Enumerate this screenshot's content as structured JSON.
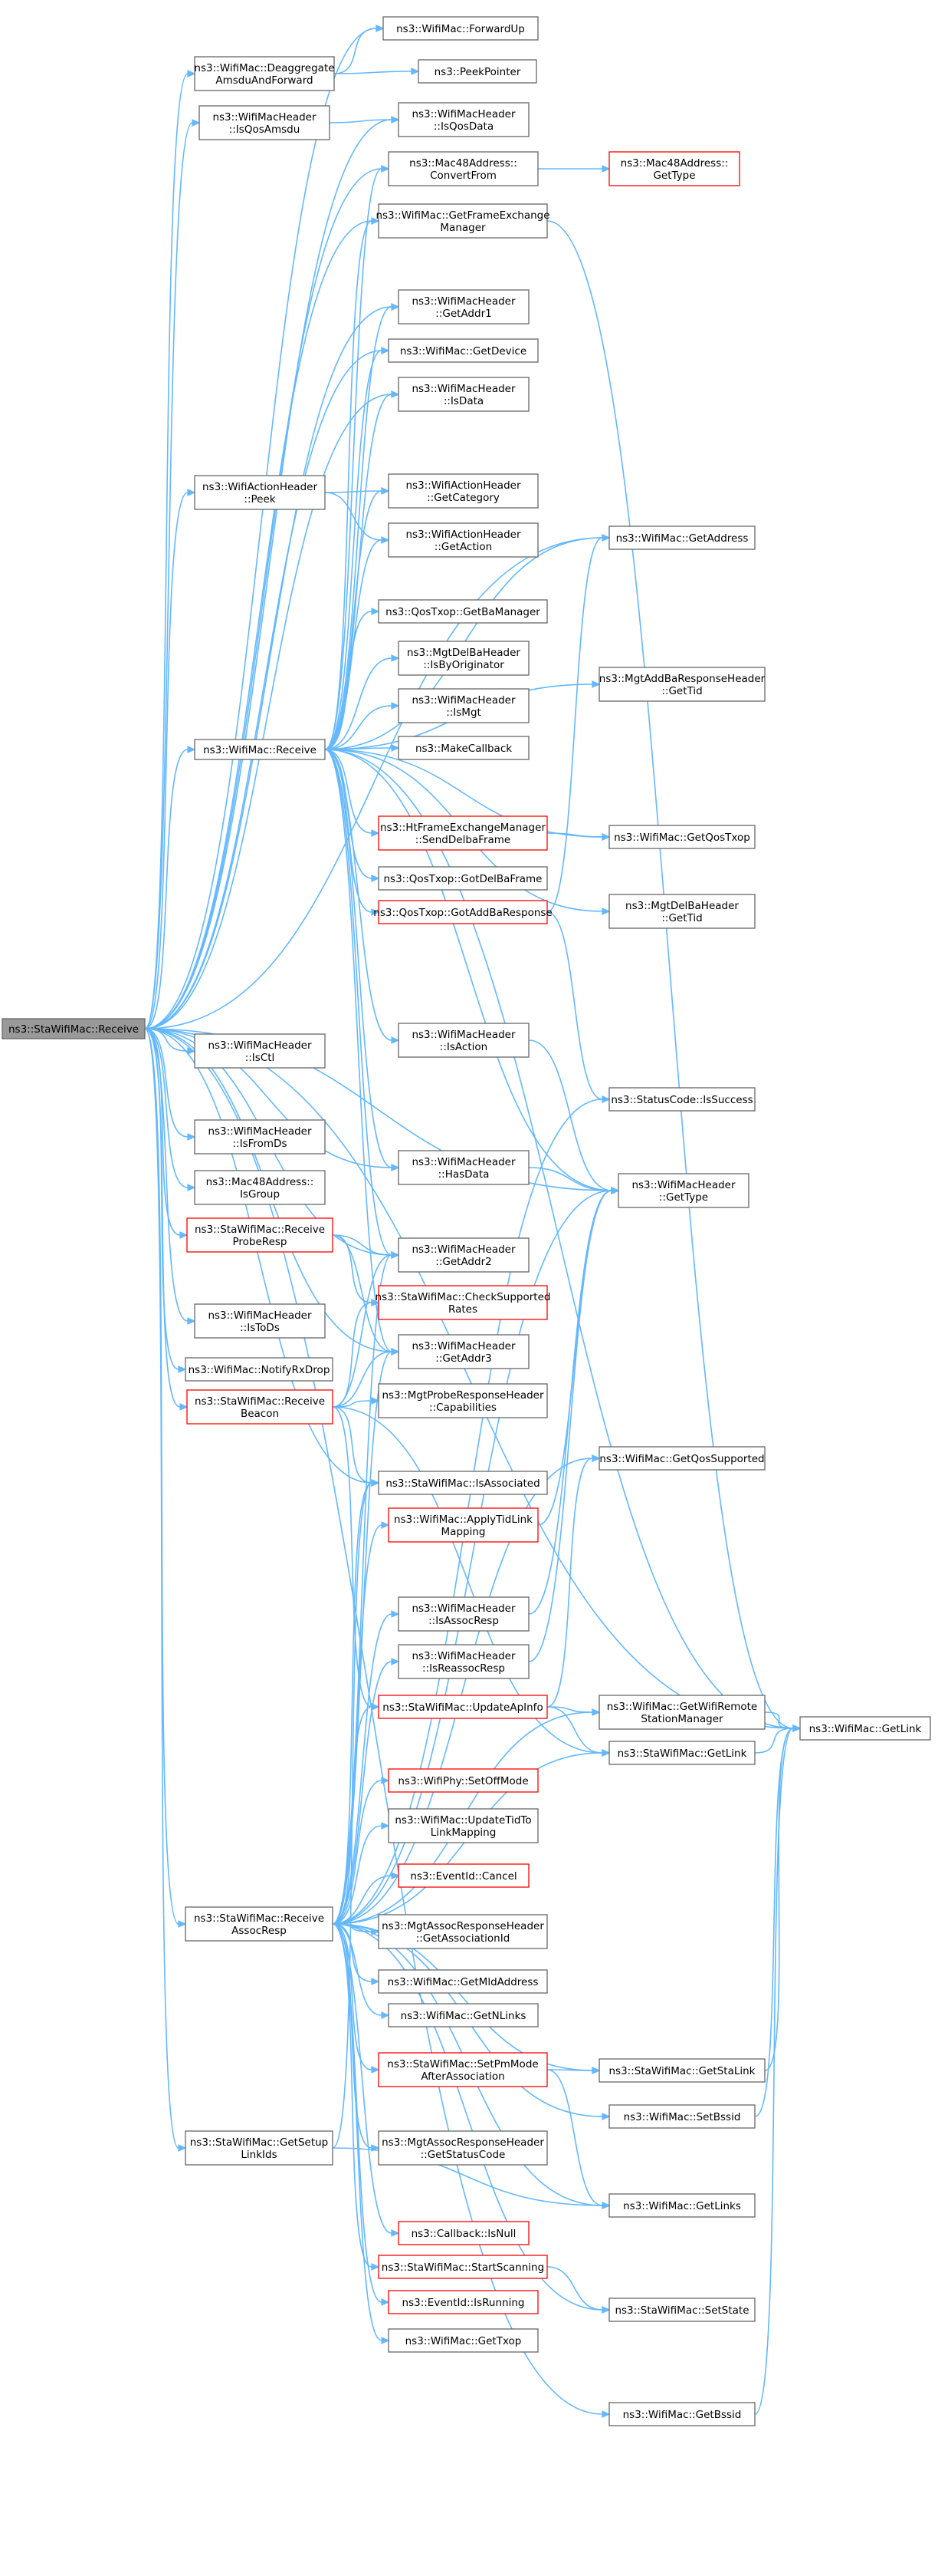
{
  "colors": {
    "edge": "#63b8ff",
    "box_border": "#666666",
    "box_fill": "#ffffff",
    "root_fill": "#999999",
    "root_border": "#666666",
    "truncated_border": "#ff0000"
  },
  "nodes": [
    {
      "id": "root",
      "lines": [
        "ns3::StaWifiMac::Receive"
      ],
      "root": true
    },
    {
      "id": "forwardup",
      "lines": [
        "ns3::WifiMac::ForwardUp"
      ]
    },
    {
      "id": "deaggregate",
      "lines": [
        "ns3::WifiMac::Deaggregate",
        "AmsduAndForward"
      ]
    },
    {
      "id": "peekpointer",
      "lines": [
        "ns3::PeekPointer"
      ]
    },
    {
      "id": "isqosamsdu",
      "lines": [
        "ns3::WifiMacHeader",
        "::IsQosAmsdu"
      ]
    },
    {
      "id": "isqosdata",
      "lines": [
        "ns3::WifiMacHeader",
        "::IsQosData"
      ]
    },
    {
      "id": "convertfrom",
      "lines": [
        "ns3::Mac48Address::",
        "ConvertFrom"
      ]
    },
    {
      "id": "mac48gettype",
      "lines": [
        "ns3::Mac48Address::",
        "GetType"
      ],
      "truncated": true
    },
    {
      "id": "getfem",
      "lines": [
        "ns3::WifiMac::GetFrameExchange",
        "Manager"
      ]
    },
    {
      "id": "getaddr1",
      "lines": [
        "ns3::WifiMacHeader",
        "::GetAddr1"
      ]
    },
    {
      "id": "getdevice",
      "lines": [
        "ns3::WifiMac::GetDevice"
      ]
    },
    {
      "id": "isdata",
      "lines": [
        "ns3::WifiMacHeader",
        "::IsData"
      ]
    },
    {
      "id": "actionpeek",
      "lines": [
        "ns3::WifiActionHeader",
        "::Peek"
      ]
    },
    {
      "id": "getcategory",
      "lines": [
        "ns3::WifiActionHeader",
        "::GetCategory"
      ]
    },
    {
      "id": "getaction",
      "lines": [
        "ns3::WifiActionHeader",
        "::GetAction"
      ]
    },
    {
      "id": "getaddress",
      "lines": [
        "ns3::WifiMac::GetAddress"
      ]
    },
    {
      "id": "getbamanager",
      "lines": [
        "ns3::QosTxop::GetBaManager"
      ]
    },
    {
      "id": "isbyoriginator",
      "lines": [
        "ns3::MgtDelBaHeader",
        "::IsByOriginator"
      ]
    },
    {
      "id": "addbagettid",
      "lines": [
        "ns3::MgtAddBaResponseHeader",
        "::GetTid"
      ]
    },
    {
      "id": "ismgt",
      "lines": [
        "ns3::WifiMacHeader",
        "::IsMgt"
      ]
    },
    {
      "id": "macreceive",
      "lines": [
        "ns3::WifiMac::Receive"
      ]
    },
    {
      "id": "makecallback",
      "lines": [
        "ns3::MakeCallback"
      ]
    },
    {
      "id": "senddelba",
      "lines": [
        "ns3::HtFrameExchangeManager",
        "::SendDelbaFrame"
      ],
      "truncated": true
    },
    {
      "id": "getqostxop",
      "lines": [
        "ns3::WifiMac::GetQosTxop"
      ]
    },
    {
      "id": "gotdelba",
      "lines": [
        "ns3::QosTxop::GotDelBaFrame"
      ]
    },
    {
      "id": "gotaddba",
      "lines": [
        "ns3::QosTxop::GotAddBaResponse"
      ],
      "truncated": true
    },
    {
      "id": "delbagettid",
      "lines": [
        "ns3::MgtDelBaHeader",
        "::GetTid"
      ]
    },
    {
      "id": "isctl",
      "lines": [
        "ns3::WifiMacHeader",
        "::IsCtl"
      ]
    },
    {
      "id": "isaction",
      "lines": [
        "ns3::WifiMacHeader",
        "::IsAction"
      ]
    },
    {
      "id": "issuccess",
      "lines": [
        "ns3::StatusCode::IsSuccess"
      ]
    },
    {
      "id": "isfromds",
      "lines": [
        "ns3::WifiMacHeader",
        "::IsFromDs"
      ]
    },
    {
      "id": "isgroup",
      "lines": [
        "ns3::Mac48Address::",
        "IsGroup"
      ]
    },
    {
      "id": "hasdata",
      "lines": [
        "ns3::WifiMacHeader",
        "::HasData"
      ]
    },
    {
      "id": "hdrgettype",
      "lines": [
        "ns3::WifiMacHeader",
        "::GetType"
      ]
    },
    {
      "id": "probresp",
      "lines": [
        "ns3::StaWifiMac::Receive",
        "ProbeResp"
      ],
      "truncated": true
    },
    {
      "id": "getaddr2",
      "lines": [
        "ns3::WifiMacHeader",
        "::GetAddr2"
      ]
    },
    {
      "id": "checkrates",
      "lines": [
        "ns3::StaWifiMac::CheckSupported",
        "Rates"
      ],
      "truncated": true
    },
    {
      "id": "istods",
      "lines": [
        "ns3::WifiMacHeader",
        "::IsToDs"
      ]
    },
    {
      "id": "getaddr3",
      "lines": [
        "ns3::WifiMacHeader",
        "::GetAddr3"
      ]
    },
    {
      "id": "notifyrxdrop",
      "lines": [
        "ns3::WifiMac::NotifyRxDrop"
      ]
    },
    {
      "id": "beacon",
      "lines": [
        "ns3::StaWifiMac::Receive",
        "Beacon"
      ],
      "truncated": true
    },
    {
      "id": "capabilities",
      "lines": [
        "ns3::MgtProbeResponseHeader",
        "::Capabilities"
      ]
    },
    {
      "id": "getqossupported",
      "lines": [
        "ns3::WifiMac::GetQosSupported"
      ]
    },
    {
      "id": "isassociated",
      "lines": [
        "ns3::StaWifiMac::IsAssociated"
      ]
    },
    {
      "id": "applytid",
      "lines": [
        "ns3::WifiMac::ApplyTidLink",
        "Mapping"
      ],
      "truncated": true
    },
    {
      "id": "isassocresp",
      "lines": [
        "ns3::WifiMacHeader",
        "::IsAssocResp"
      ]
    },
    {
      "id": "isreassocresp",
      "lines": [
        "ns3::WifiMacHeader",
        "::IsReassocResp"
      ]
    },
    {
      "id": "updateapinfo",
      "lines": [
        "ns3::StaWifiMac::UpdateApInfo"
      ],
      "truncated": true
    },
    {
      "id": "getwrsm",
      "lines": [
        "ns3::WifiMac::GetWifiRemote",
        "StationManager"
      ]
    },
    {
      "id": "wifigetlink",
      "lines": [
        "ns3::WifiMac::GetLink"
      ]
    },
    {
      "id": "stagetlink",
      "lines": [
        "ns3::StaWifiMac::GetLink"
      ]
    },
    {
      "id": "setoffmode",
      "lines": [
        "ns3::WifiPhy::SetOffMode"
      ],
      "truncated": true
    },
    {
      "id": "updatetid",
      "lines": [
        "ns3::WifiMac::UpdateTidTo",
        "LinkMapping"
      ]
    },
    {
      "id": "eventcancel",
      "lines": [
        "ns3::EventId::Cancel"
      ],
      "truncated": true
    },
    {
      "id": "assocresp",
      "lines": [
        "ns3::StaWifiMac::Receive",
        "AssocResp"
      ]
    },
    {
      "id": "getassocid",
      "lines": [
        "ns3::MgtAssocResponseHeader",
        "::GetAssociationId"
      ]
    },
    {
      "id": "getmld",
      "lines": [
        "ns3::WifiMac::GetMldAddress"
      ]
    },
    {
      "id": "getnlinks",
      "lines": [
        "ns3::WifiMac::GetNLinks"
      ]
    },
    {
      "id": "setpm",
      "lines": [
        "ns3::StaWifiMac::SetPmMode",
        "AfterAssociation"
      ],
      "truncated": true
    },
    {
      "id": "getstalink",
      "lines": [
        "ns3::StaWifiMac::GetStaLink"
      ]
    },
    {
      "id": "setbssid",
      "lines": [
        "ns3::WifiMac::SetBssid"
      ]
    },
    {
      "id": "getsetup",
      "lines": [
        "ns3::StaWifiMac::GetSetup",
        "LinkIds"
      ]
    },
    {
      "id": "getstatus",
      "lines": [
        "ns3::MgtAssocResponseHeader",
        "::GetStatusCode"
      ]
    },
    {
      "id": "getlinks",
      "lines": [
        "ns3::WifiMac::GetLinks"
      ]
    },
    {
      "id": "isnull",
      "lines": [
        "ns3::Callback::IsNull"
      ],
      "truncated": true
    },
    {
      "id": "startscanning",
      "lines": [
        "ns3::StaWifiMac::StartScanning"
      ],
      "truncated": true
    },
    {
      "id": "isrunning",
      "lines": [
        "ns3::EventId::IsRunning"
      ],
      "truncated": true
    },
    {
      "id": "setstate",
      "lines": [
        "ns3::StaWifiMac::SetState"
      ]
    },
    {
      "id": "gettxop",
      "lines": [
        "ns3::WifiMac::GetTxop"
      ]
    },
    {
      "id": "getbssid",
      "lines": [
        "ns3::WifiMac::GetBssid"
      ]
    }
  ]
}
